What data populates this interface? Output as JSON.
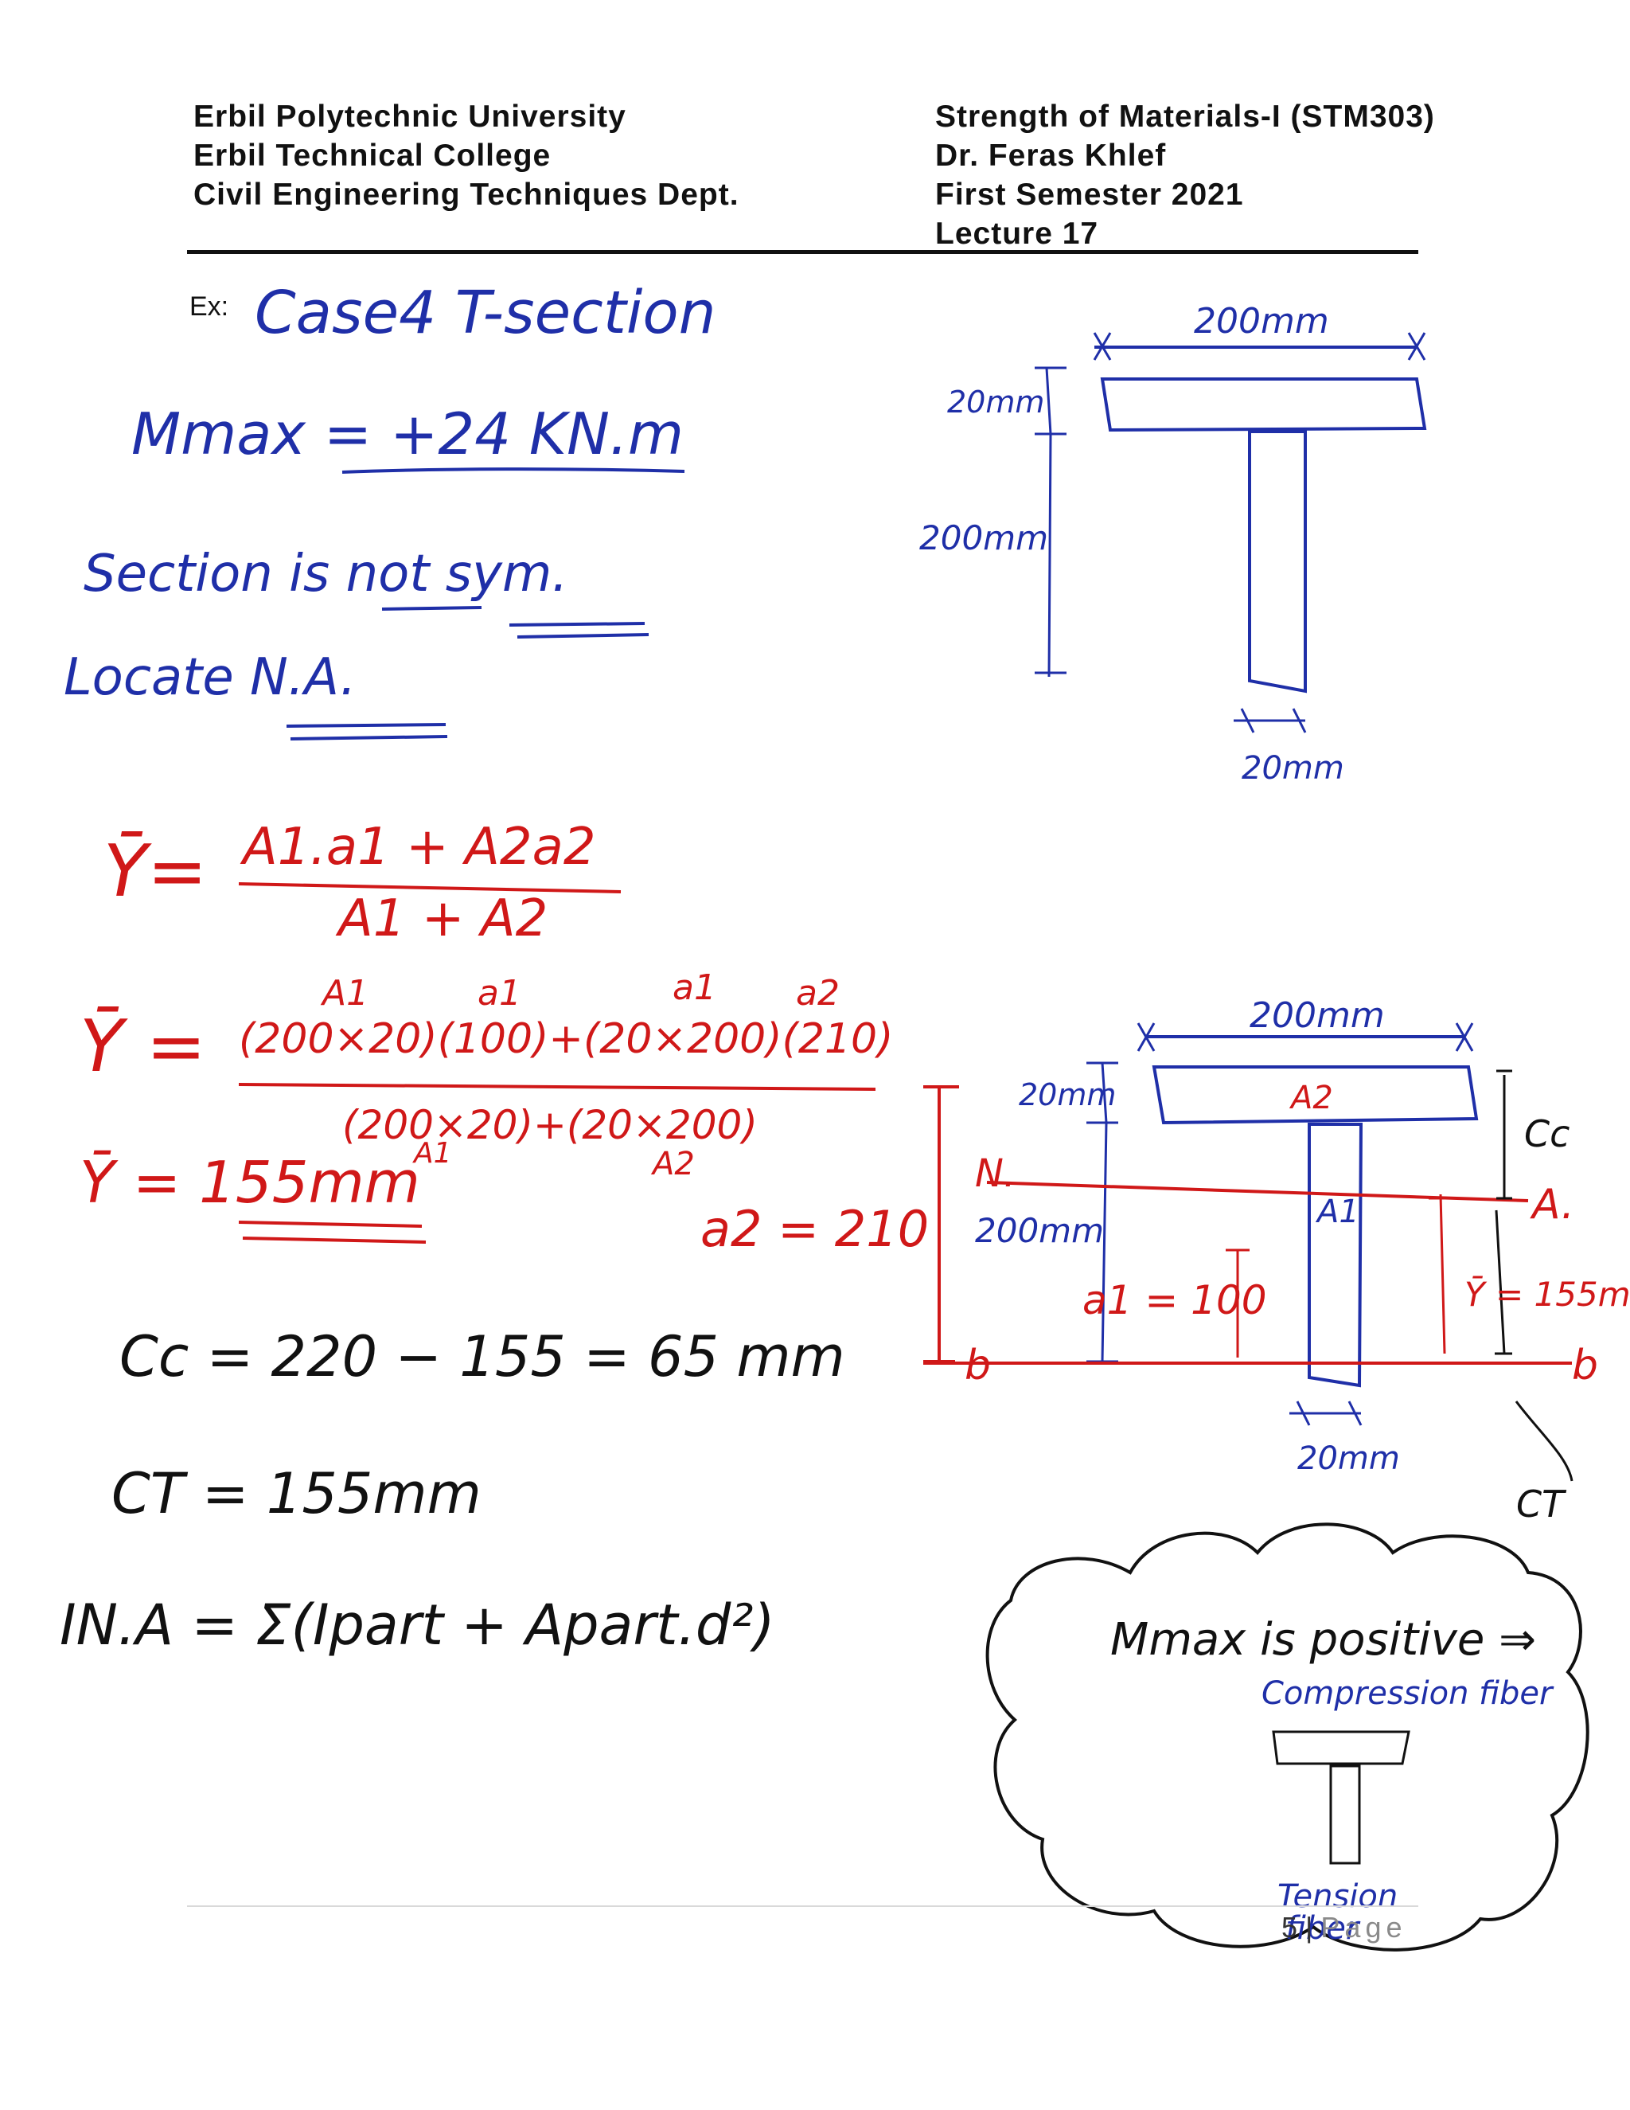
{
  "header": {
    "left": [
      "Erbil Polytechnic University",
      "Erbil Technical College",
      "Civil Engineering Techniques Dept."
    ],
    "right": [
      "Strength of Materials-I (STM303)",
      "Dr. Feras Khlef",
      "First Semester 2021",
      "Lecture 17"
    ]
  },
  "ex_label": "Ex:",
  "notes": {
    "title": "Case4 T-section",
    "mmax": "Mmax = +24 KN.m",
    "not_sym": "Section is not sym.",
    "locate": "Locate N.A.",
    "ybar_formula_num": "A1.a1 + A2a2",
    "ybar_formula_den": "A1 + A2",
    "sub_A1": "A1",
    "sub_a1": "a1",
    "sub_a1b": "a1",
    "sub_a2": "a2",
    "ybar_sub_num": "(200×20)(100)+(20×200)(210)",
    "ybar_sub_den": "(200×20)+(20×200)",
    "den_A1": "A1",
    "den_A2": "A2",
    "ybar_result": "Ȳ = 155mm",
    "a2_value": "a2 = 210",
    "cc": "Cc = 220 − 155 = 65 mm",
    "ct": "CT = 155mm",
    "ina": "IN.A = Σ(Ipart + Apart.d²)"
  },
  "figure_top": {
    "flange_width": "200mm",
    "flange_thk": "20mm",
    "web_height": "200mm",
    "web_thk": "20mm"
  },
  "figure_bottom": {
    "flange_width": "200mm",
    "flange_thk": "20mm",
    "web_height": "200mm",
    "web_thk": "20mm",
    "A2": "A2",
    "A1": "A1",
    "cc": "Cc",
    "ct": "CT",
    "na_left": "N.",
    "na_right": "A.",
    "b_left": "b",
    "b_right": "b",
    "a1": "a1 = 100",
    "ybar": "Ȳ = 155mm"
  },
  "cloud": {
    "statement": "Mmax is positive ⇒",
    "compression": "Compression fiber",
    "tension_1": "Tension",
    "tension_2": "fiber"
  },
  "footer": {
    "page_number": "5",
    "separator": "|",
    "page_word": "Page"
  }
}
